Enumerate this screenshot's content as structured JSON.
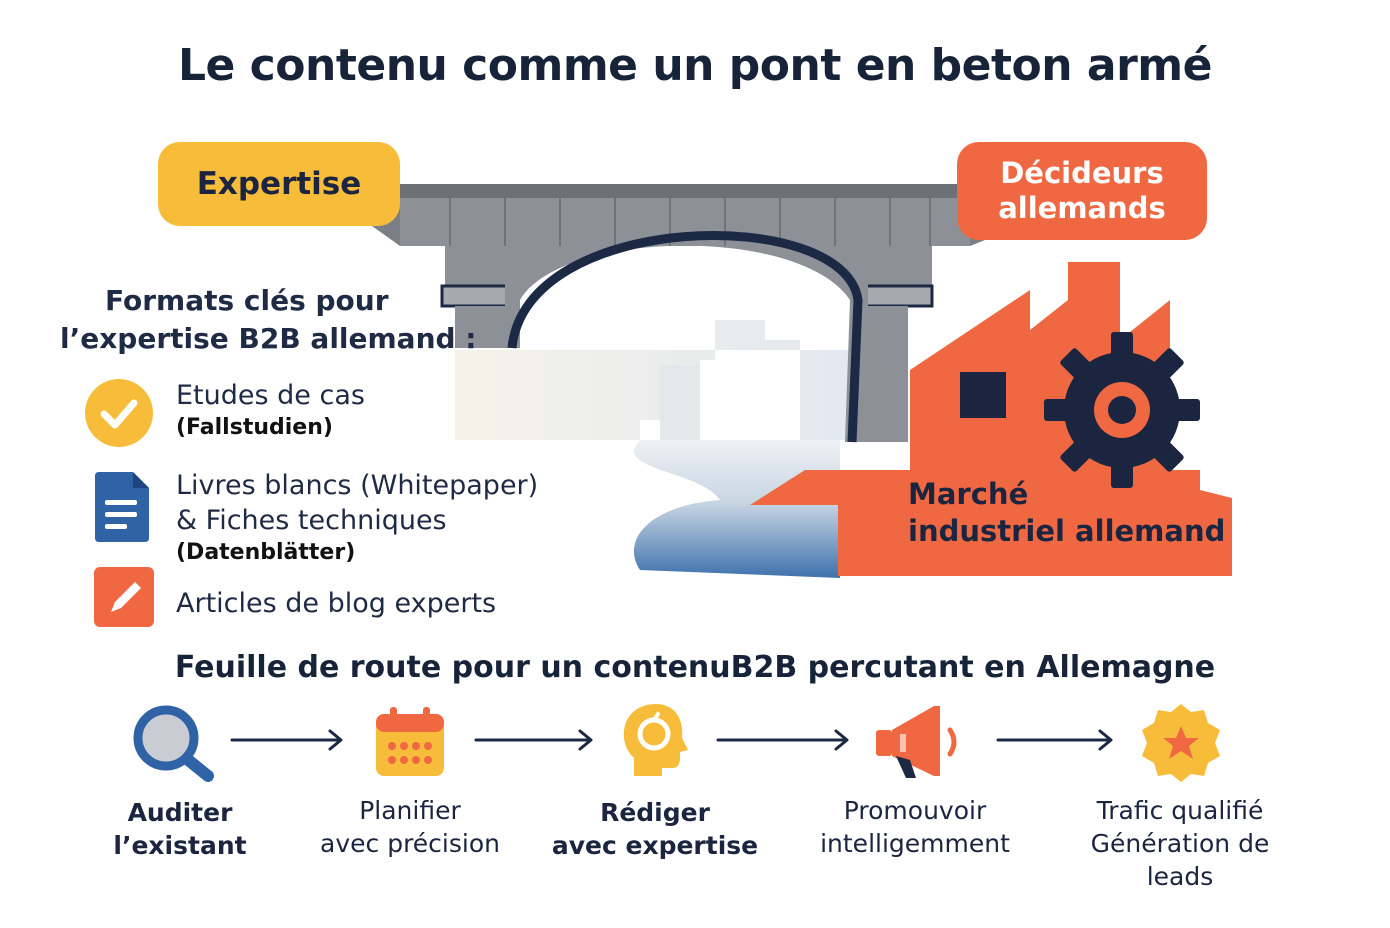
{
  "title": "Le contenu comme un pont en beton armé",
  "bridge": {
    "left_label": "Expertise",
    "right_label_lines": [
      "Décideurs",
      "allemands"
    ],
    "market_label_lines": [
      "Marché",
      "industriel allemand"
    ]
  },
  "formats": {
    "heading_lines": [
      "Formats clés pour",
      "l’expertise B2B allemand :"
    ],
    "items": [
      {
        "icon": "check-circle-icon",
        "label_lines": [
          "Etudes de cas"
        ],
        "sub": "(Fallstudien)"
      },
      {
        "icon": "document-icon",
        "label_lines": [
          "Livres blancs (Whitepaper)",
          "& Fiches techniques"
        ],
        "sub": "(Datenblätter)"
      },
      {
        "icon": "pencil-icon",
        "label_lines": [
          "Articles de blog experts"
        ],
        "sub": ""
      }
    ]
  },
  "roadmap": {
    "title": "Feuille de route pour un contenuB2B percutant en Allemagne",
    "steps": [
      {
        "icon": "magnifier-icon",
        "lines": [
          "Auditer",
          "l’existant"
        ]
      },
      {
        "icon": "calendar-icon",
        "lines": [
          "Planifier",
          "avec précision"
        ]
      },
      {
        "icon": "head-idea-icon",
        "lines": [
          "Rédiger",
          "avec expertise"
        ]
      },
      {
        "icon": "megaphone-icon",
        "lines": [
          "Promouvoir",
          "intelligemment"
        ]
      },
      {
        "icon": "star-badge-icon",
        "lines": [
          "Trafic qualifié",
          "Génération de",
          "leads"
        ]
      }
    ]
  },
  "colors": {
    "navy": "#172339",
    "yellow": "#f7bd3a",
    "orange": "#ef6842",
    "blue": "#2f63a6",
    "gray": "#8a8d93"
  }
}
